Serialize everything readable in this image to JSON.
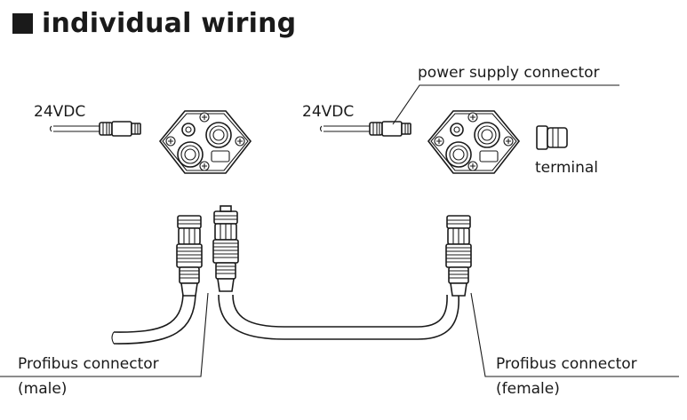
{
  "title": "individual wiring",
  "labels": {
    "voltage_left": "24VDC",
    "voltage_right": "24VDC",
    "power_supply_connector": "power supply connector",
    "terminal": "terminal",
    "profibus_left": "Profibus connector",
    "profibus_left_sub": "(male)",
    "profibus_right": "Profibus connector",
    "profibus_right_sub": "(female)"
  },
  "icons": {
    "title_marker": "black-square",
    "module_left": "hexagon-module",
    "module_right": "hexagon-module",
    "connector_left": "m8-power-connector",
    "connector_right": "m8-power-connector",
    "terminal": "terminating-resistor-plug",
    "profibus_male": "m12-male-connector",
    "profibus_female": "m12-female-connector"
  }
}
